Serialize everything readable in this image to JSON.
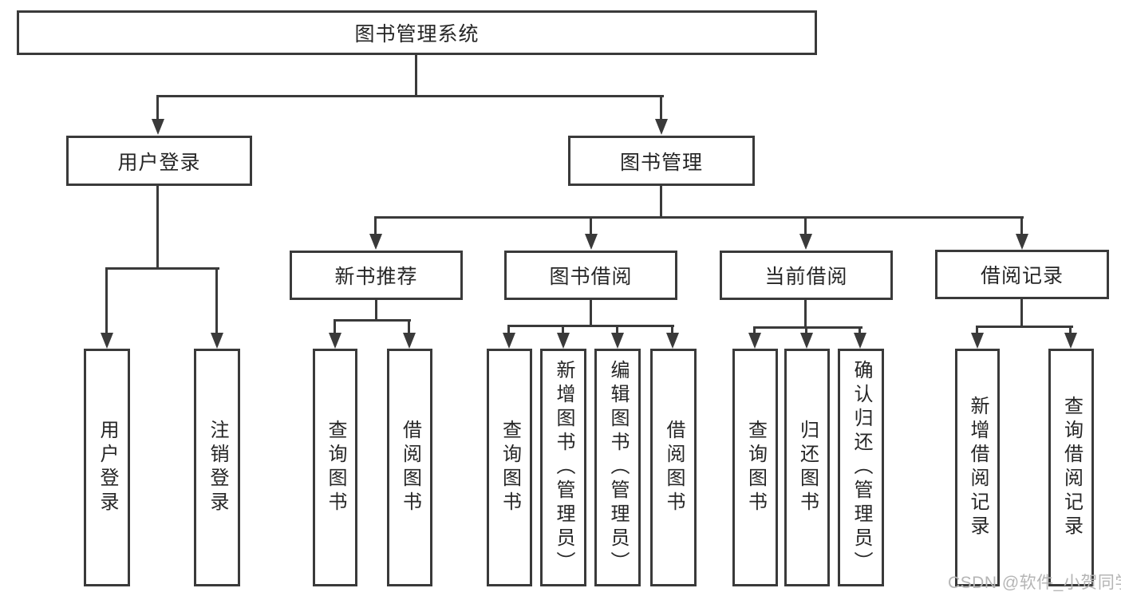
{
  "root": "图书管理系统",
  "level2": [
    "用户登录",
    "图书管理"
  ],
  "level3": [
    "新书推荐",
    "图书借阅",
    "当前借阅",
    "借阅记录"
  ],
  "leaves": {
    "user_login": [
      "用户登录",
      "注销登录"
    ],
    "new_book_recommend": [
      "查询图书",
      "借阅图书"
    ],
    "book_borrow": [
      "查询图书",
      "新增图书（管理员）",
      "编辑图书（管理员）",
      "借阅图书"
    ],
    "current_borrow": [
      "查询图书",
      "归还图书",
      "确认归还（管理员）"
    ],
    "borrow_records": [
      "新增借阅记录",
      "查询借阅记录"
    ]
  },
  "watermark": "CSDN @软件_小贺同学",
  "colors": {
    "line": "#3a3a3a",
    "text": "#262626",
    "watermark": "#b5b5b5",
    "background": "#ffffff"
  }
}
